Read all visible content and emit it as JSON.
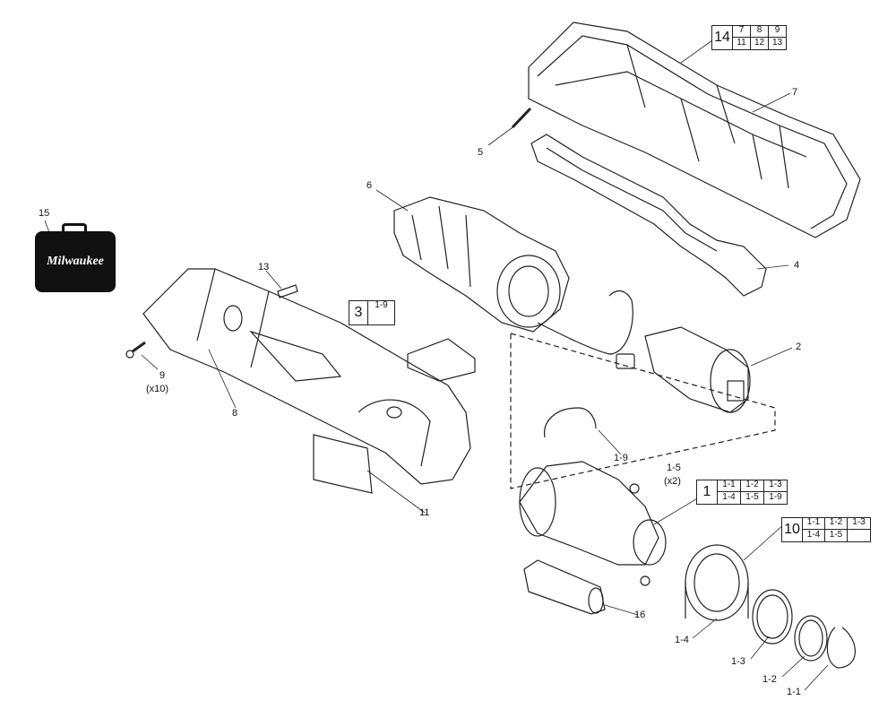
{
  "diagram": {
    "brand_logo": "Milwaukee",
    "callouts": [
      {
        "id": "c15",
        "text": "15"
      },
      {
        "id": "c14",
        "text": "14"
      },
      {
        "id": "c7",
        "text": "7"
      },
      {
        "id": "c5",
        "text": "5"
      },
      {
        "id": "c6",
        "text": "6"
      },
      {
        "id": "c4",
        "text": "4"
      },
      {
        "id": "c13",
        "text": "13"
      },
      {
        "id": "c9",
        "text": "9"
      },
      {
        "id": "c9q",
        "text": "(x10)"
      },
      {
        "id": "c8",
        "text": "8"
      },
      {
        "id": "c2",
        "text": "2"
      },
      {
        "id": "c19",
        "text": "1-9"
      },
      {
        "id": "c15s",
        "text": "1-5"
      },
      {
        "id": "c15q",
        "text": "(x2)"
      },
      {
        "id": "c11",
        "text": "11"
      },
      {
        "id": "c16",
        "text": "16"
      },
      {
        "id": "c14s",
        "text": "1-4"
      },
      {
        "id": "c13s",
        "text": "1-3"
      },
      {
        "id": "c12s",
        "text": "1-2"
      },
      {
        "id": "c11s",
        "text": "1-1"
      }
    ],
    "kit_boxes": {
      "box14": {
        "main": "14",
        "cells": [
          "7",
          "8",
          "9",
          "11",
          "12",
          "13"
        ]
      },
      "box3": {
        "main": "3",
        "cells": [
          "1-9"
        ]
      },
      "box1": {
        "main": "1",
        "cells": [
          "1-1",
          "1-2",
          "1-3",
          "1-4",
          "1-5",
          "1-9"
        ]
      },
      "box10": {
        "main": "10",
        "cells": [
          "1-1",
          "1-2",
          "1-3",
          "1-4",
          "1-5",
          ""
        ]
      }
    }
  }
}
